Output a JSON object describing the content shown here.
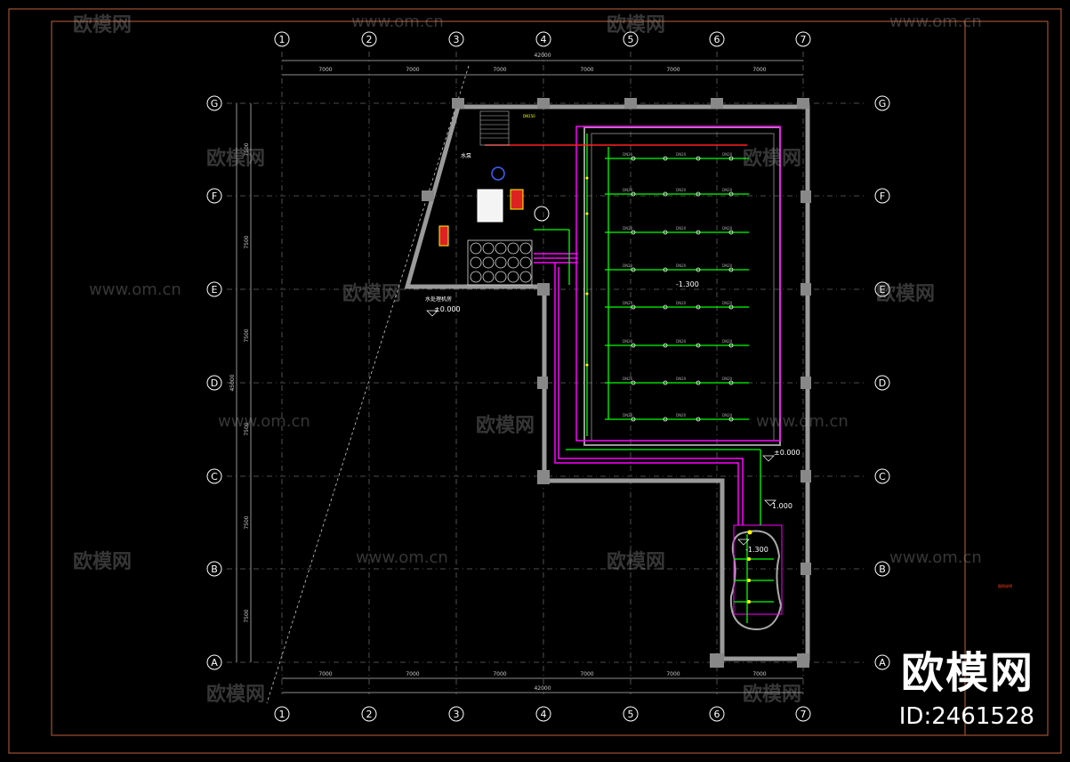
{
  "grid": {
    "cols": [
      "1",
      "2",
      "3",
      "4",
      "5",
      "6",
      "7"
    ],
    "rows": [
      "G",
      "F",
      "E",
      "D",
      "C",
      "B",
      "A"
    ],
    "col_spacing": "7000",
    "row_spacing": "7500",
    "total_width": "42000",
    "total_height": "45000"
  },
  "levels": {
    "pool": "-1.300",
    "ground": "±0.000",
    "outlet": "1.000",
    "small_pool": "-1.300",
    "room": "±0.000"
  },
  "labels": {
    "device": "DN20",
    "room_note": "水泵",
    "pipe_note": "DN150",
    "equip_room": "水处理机房",
    "legend": "图例说明"
  },
  "brand": {
    "title": "欧模网",
    "id": "ID:2461528"
  },
  "watermark": {
    "text": "欧模网",
    "url": "www.om.cn"
  },
  "colors": {
    "background": "#000000",
    "frame": "#c0603a",
    "wall": "#9a9a9a",
    "pipe_magenta": "#ff00ff",
    "pipe_green": "#00ff00",
    "pipe_red": "#ff2020",
    "text": "#ffffff"
  }
}
